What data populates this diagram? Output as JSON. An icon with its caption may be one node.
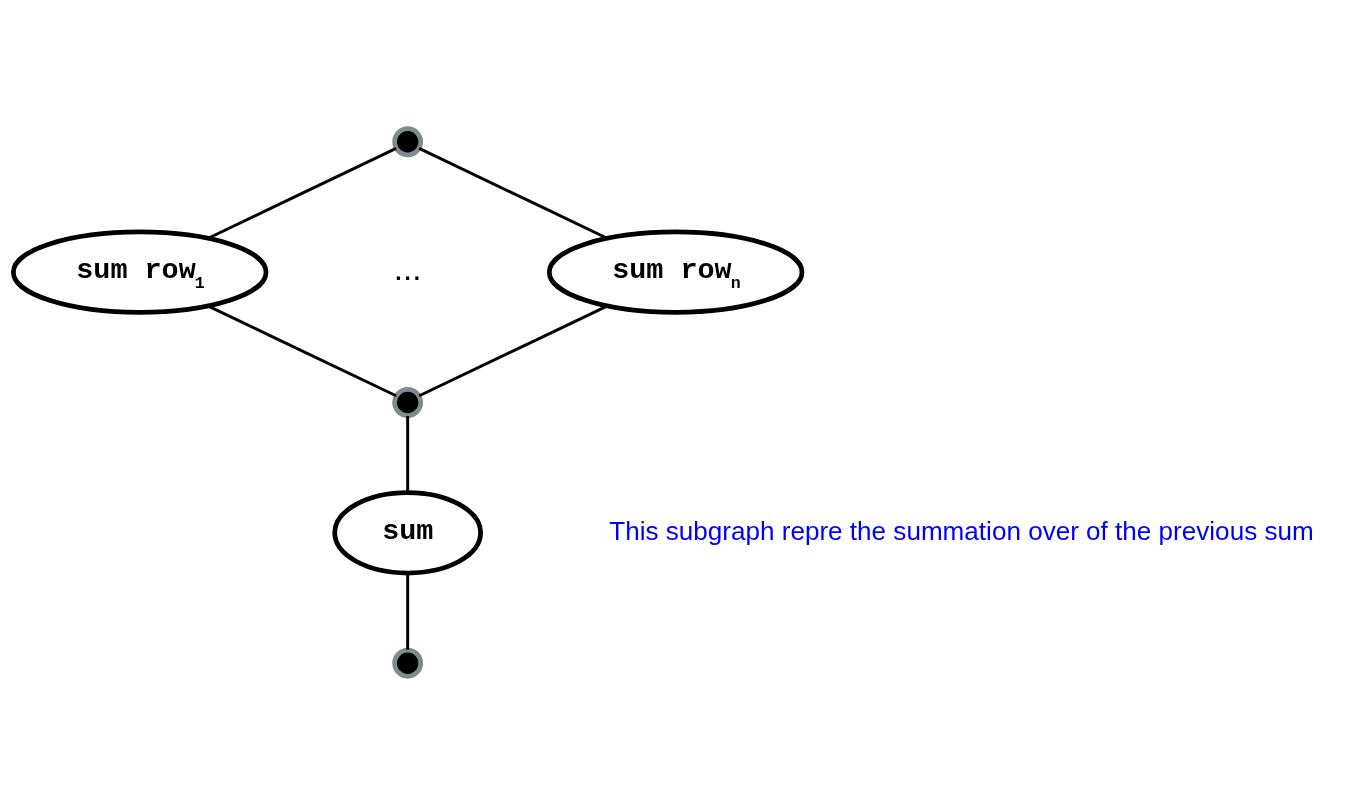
{
  "diagram": {
    "nodes": [
      {
        "text": [],
        "shape": "circle"
      },
      {
        "text": [
          "sum row$_{1}$"
        ]
      },
      {
        "text": [
          "sum row$_{n}$"
        ]
      },
      {
        "text": [],
        "shape": "circle"
      },
      {
        "text": [
          "sum"
        ]
      },
      {
        "text": [],
        "shape": "circle"
      }
    ],
    "edges": [
      {
        "from": 0,
        "to": 1,
        "arrow": "none"
      },
      {
        "from": 0,
        "to": 2,
        "arrow": "none"
      },
      {
        "from": 1,
        "to": 3,
        "arrow": "none"
      },
      {
        "from": 2,
        "to": 3,
        "arrow": "none"
      },
      {
        "from": 3,
        "to": 4,
        "arrow": "none"
      },
      {
        "from": 4,
        "to": 5,
        "arrow": "none"
      }
    ],
    "labels": [
      "...",
      "This subgraph repre the summation over of the previous sum"
    ]
  }
}
